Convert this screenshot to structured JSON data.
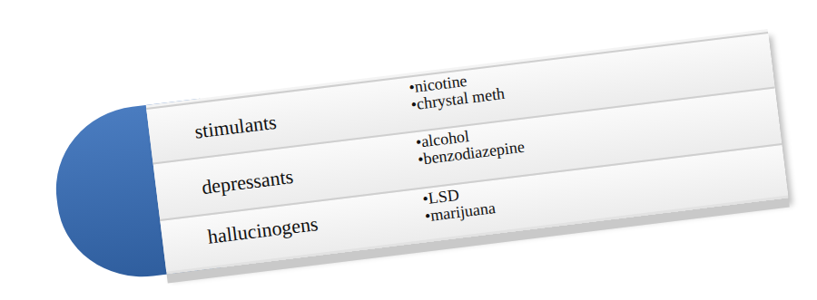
{
  "diagram": {
    "nodes": [
      {
        "text": [
          "stimulants",
          "•nicotine",
          "•chrystal meth"
        ]
      },
      {
        "text": [
          "depressants",
          "•alcohol",
          "•benzodiazepine"
        ]
      },
      {
        "text": [
          "hallucinogens",
          "•LSD",
          "•marijuana"
        ]
      }
    ]
  }
}
